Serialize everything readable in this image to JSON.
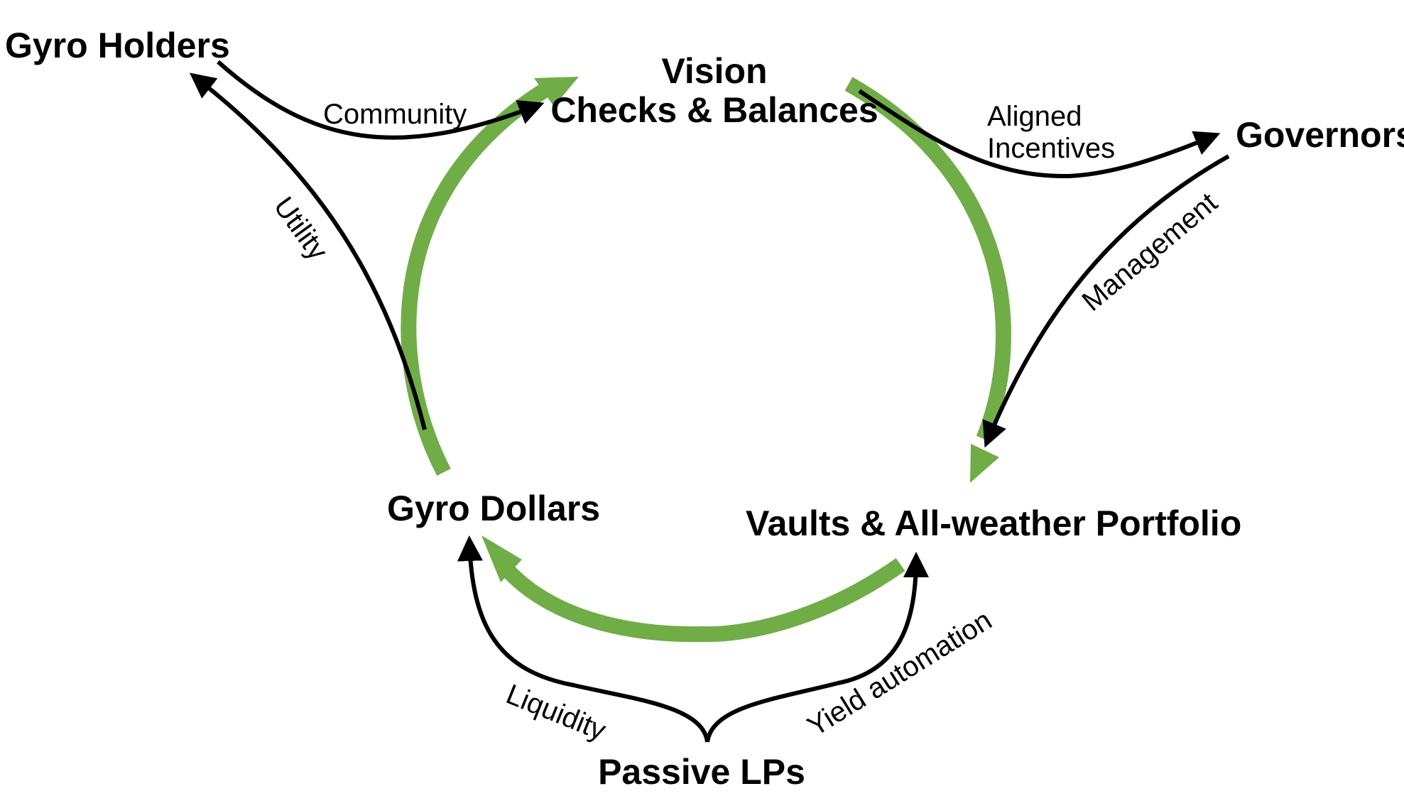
{
  "colors": {
    "cycle": "#70ad47",
    "flow": "#000000",
    "text": "#000000",
    "background": "#ffffff"
  },
  "nodes": {
    "gyro_holders": "Gyro Holders",
    "vision_line1": "Vision",
    "vision_line2": "Checks & Balances",
    "governors": "Governors",
    "gyro_dollars": "Gyro Dollars",
    "vaults": "Vaults & All-weather Portfolio",
    "passive_lps": "Passive LPs"
  },
  "edge_labels": {
    "community": "Community",
    "aligned_line1": "Aligned",
    "aligned_line2": "Incentives",
    "utility": "Utility",
    "management": "Management",
    "liquidity": "Liquidity",
    "yield_automation": "Yield automation"
  }
}
